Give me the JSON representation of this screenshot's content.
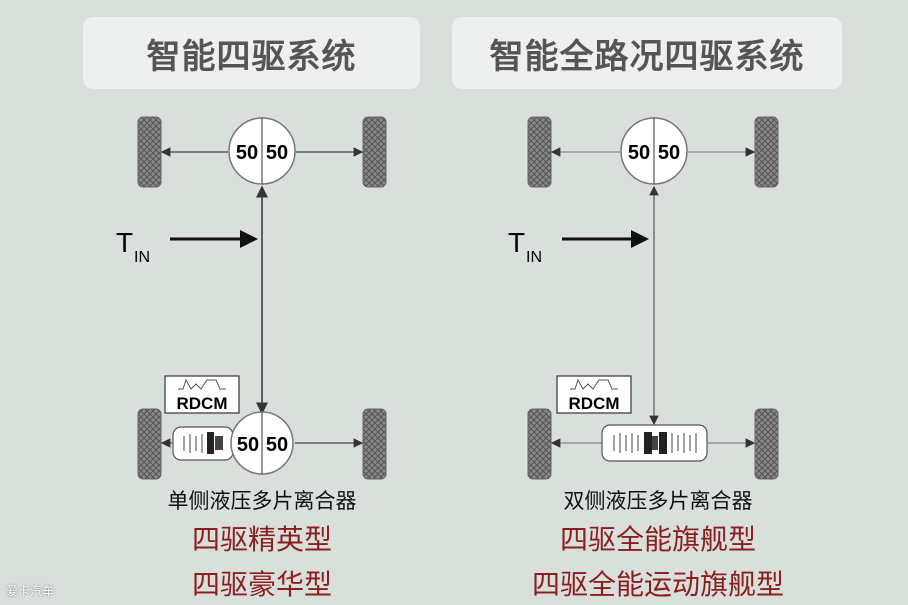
{
  "left": {
    "title": "智能四驱系统",
    "front_diff": {
      "left": "50",
      "right": "50"
    },
    "rear_diff": {
      "left": "50",
      "right": "50"
    },
    "torque_in": {
      "main": "T",
      "sub": "IN"
    },
    "module_label": "RDCM",
    "clutch_label": "单侧液压多片离合器",
    "variants": [
      "四驱精英型",
      "四驱豪华型"
    ]
  },
  "right": {
    "title": "智能全路况四驱系统",
    "front_diff": {
      "left": "50",
      "right": "50"
    },
    "torque_in": {
      "main": "T",
      "sub": "IN"
    },
    "module_label": "RDCM",
    "clutch_label": "双侧液压多片离合器",
    "variants": [
      "四驱全能旗舰型",
      "四驱全能运动旗舰型"
    ]
  },
  "watermark": "爱卡汽车",
  "colors": {
    "background": "#d9e0dc",
    "title_bg": "#eef0ef",
    "title_text": "#555555",
    "variant_text": "#8b1f1f"
  }
}
